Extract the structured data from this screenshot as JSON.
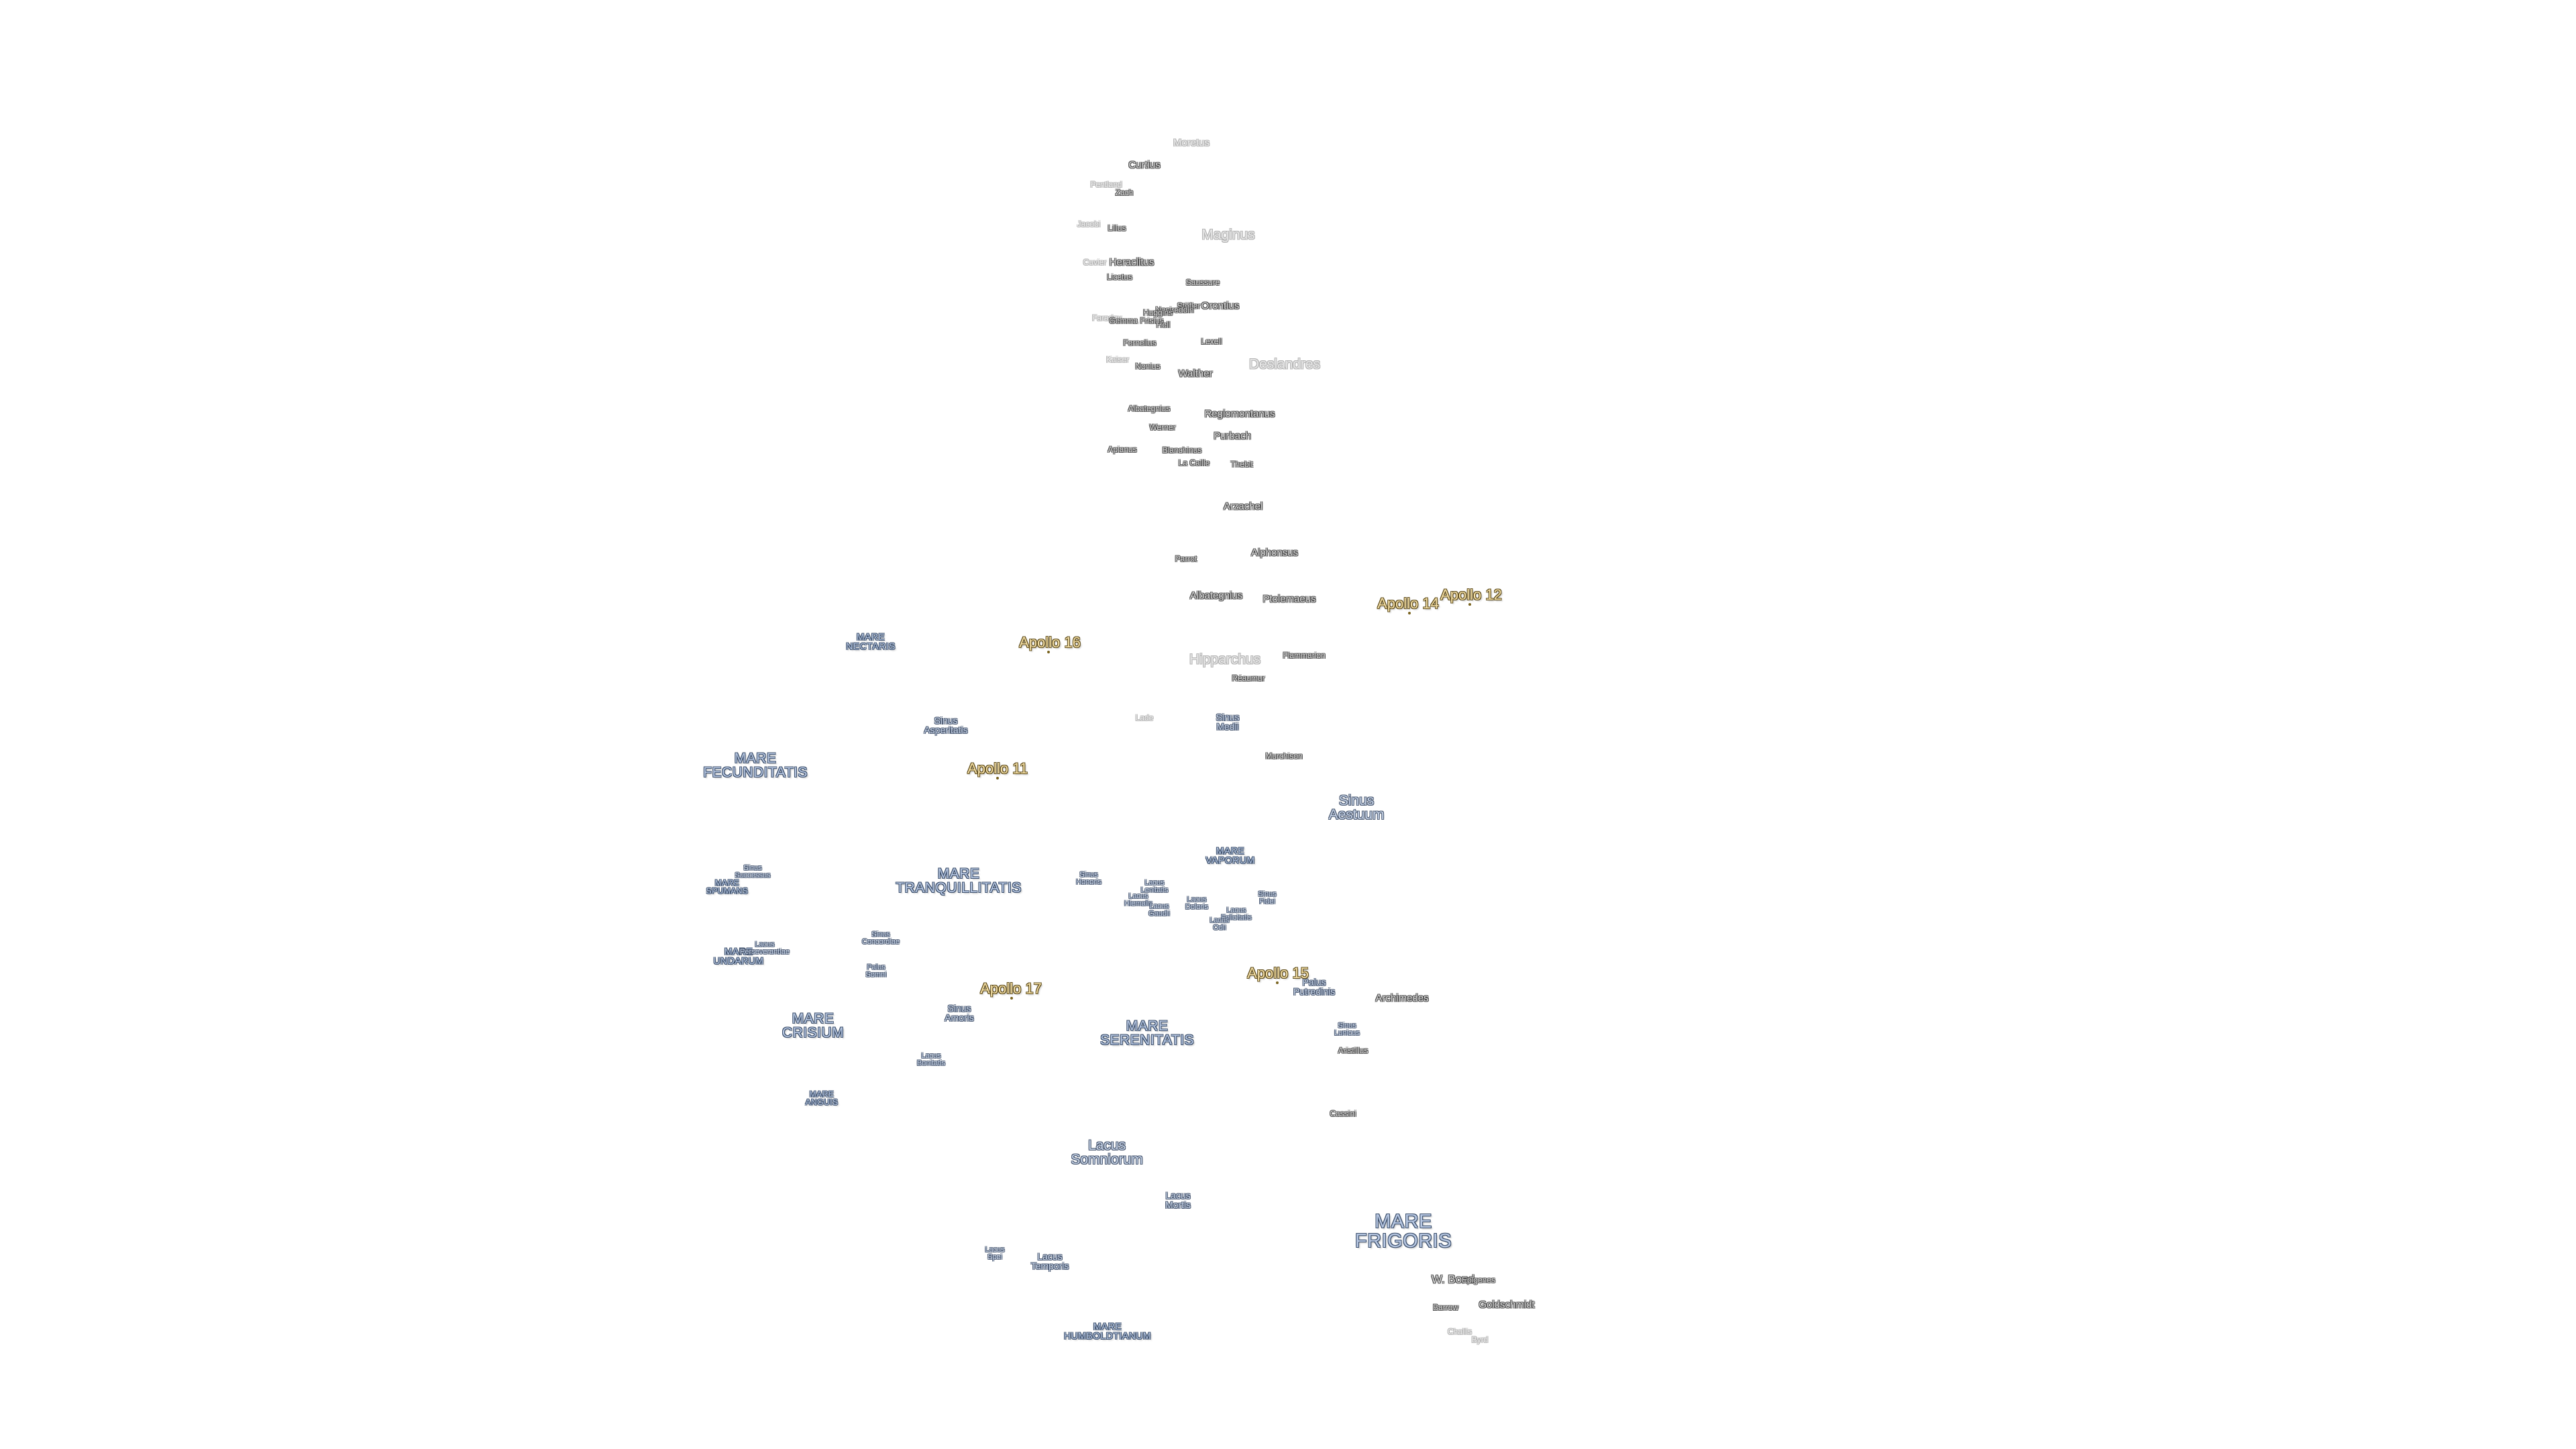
{
  "map": {
    "title": "",
    "colors": {
      "background": "#ffffff",
      "mare_fill": "#b7c7e2",
      "crater_fill": "#dadada",
      "apollo_fill": "#f4dfa6"
    }
  },
  "labels": {
    "moretus": "Moretus",
    "curtius": "Curtius",
    "zach": "Zach",
    "pentland": "Pentland",
    "jacobi": "Jacobi",
    "lilius": "Lilius",
    "maginus": "Maginus",
    "cuvier": "Cuvier",
    "heraclitus": "Heraclitus",
    "licetus": "Licetus",
    "saussure": "Saussure",
    "stofler": "Stöfler",
    "orontius": "Orontius",
    "nasireddin": "Nasireddin",
    "faraday": "Faraday",
    "gemma_frisius": "Gemma Frisius",
    "huggins": "Huggins",
    "hell": "Hell",
    "fernelius": "Fernelius",
    "lexell": "Lexell",
    "deslandres": "Deslandres",
    "kaiser": "Kaiser",
    "nonius": "Nonius",
    "walther": "Walther",
    "albategnius_small": "Albategnius",
    "regiomontanus": "Regiomontanus",
    "werner": "Werner",
    "purbach": "Purbach",
    "apianus": "Apianus",
    "blanchinus": "Blanchinus",
    "la_caille": "La Caille",
    "thebit": "Thebit",
    "arzachel": "Arzachel",
    "alphonsus": "Alphonsus",
    "parrot": "Parrot",
    "albategnius": "Albategnius",
    "ptolemaeus": "Ptolemaeus",
    "hipparchus": "Hipparchus",
    "flammarion": "Flammarion",
    "reaumur": "Réaumur",
    "lade": "Lade",
    "sinus_medii": "Sinus\nMedii",
    "murchison": "Murchison",
    "sinus_aestuum": "Sinus\nAestuum",
    "mare_nectaris": "MARE\nNECTARIS",
    "sinus_asperitatis": "Sinus\nAsperitatis",
    "mare_fecunditatis": "MARE\nFECUNDITATIS",
    "mare_vaporum": "MARE\nVAPORUM",
    "mare_tranquillitatis": "MARE\nTRANQUILLITATIS",
    "sinus_successus": "Sinus\nSuccessus",
    "mare_spumans": "MARE\nSPUMANS",
    "sinus_honoris": "Sinus\nHonoris",
    "lacus_lenitatis": "Lacus\nLenitatis",
    "lacus_hiemalis": "Lacus\nHiemalis",
    "lacus_gaudii": "Lacus\nGaudii",
    "lacus_doloris": "Lacus\nDoloris",
    "lacus_felicitatis": "Lacus\nFelicitatis",
    "lacus_odii": "Lacus\nOdii",
    "sinus_fidei": "Sinus\nFidei",
    "lacus_bonitatis": "Lacus\nBonitatis",
    "sinus_concordiae": "Sinus\nConcordiae",
    "mare_undarum": "MARE\nUNDARUM",
    "lacus_perseverantiae": "Lacus\nPerseverantiae",
    "palus_somni": "Palus\nSomni",
    "sinus_amoris": "Sinus\nAmoris",
    "mare_crisium": "MARE\nCRISIUM",
    "mare_serenitatis": "MARE\nSERENITATIS",
    "palus_putredinis": "Palus\nPutredinis",
    "archimedes": "Archimedes",
    "sinus_lunicus": "Sinus\nLunicus",
    "aristillus": "Aristillus",
    "lacus_bonitatis_2": "Lacus\nBonitatis",
    "mare_anguis": "MARE\nANGUIS",
    "cassini": "Cassini",
    "lacus_somniorum": "Lacus\nSomniorum",
    "lacus_mortis": "Lacus\nMortis",
    "mare_frigoris": "MARE\nFRIGORIS",
    "lacus_spei": "Lacus\nSpei",
    "lacus_temporis": "Lacus\nTemporis",
    "w_bond": "W. Bond",
    "epigenes": "Epigenes",
    "barrow": "Barrow",
    "goldschmidt": "Goldschmidt",
    "mare_humboldtianum": "MARE\nHUMBOLDTIANUM",
    "challis": "Challis",
    "byrd": "Byrd"
  },
  "apollo": {
    "apollo_16": "Apollo 16",
    "apollo_14": "Apollo 14",
    "apollo_12": "Apollo 12",
    "apollo_11": "Apollo 11",
    "apollo_17": "Apollo 17",
    "apollo_15": "Apollo 15"
  }
}
